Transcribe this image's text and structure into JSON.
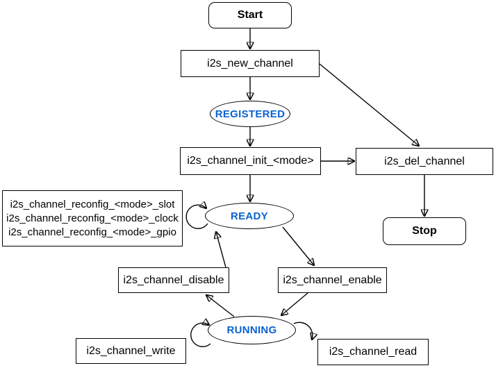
{
  "diagram": {
    "kind": "state-flowchart",
    "colors": {
      "stroke": "#000000",
      "node_fill": "#ffffff",
      "background": "#ffffff",
      "label": "#000000",
      "state_label": "#0a62d0"
    },
    "nodes": {
      "start": {
        "label": "Start",
        "shape": "rounded-rect"
      },
      "new_channel": {
        "label": "i2s_new_channel",
        "shape": "rect"
      },
      "registered": {
        "label": "REGISTERED",
        "shape": "ellipse"
      },
      "init": {
        "label": "i2s_channel_init_<mode>",
        "shape": "rect"
      },
      "del_channel": {
        "label": "i2s_del_channel",
        "shape": "rect"
      },
      "stop": {
        "label": "Stop",
        "shape": "rounded-rect"
      },
      "reconfig": {
        "lines": [
          "i2s_channel_reconfig_<mode>_slot",
          "i2s_channel_reconfig_<mode>_clock",
          "i2s_channel_reconfig_<mode>_gpio"
        ],
        "shape": "rect"
      },
      "ready": {
        "label": "READY",
        "shape": "ellipse"
      },
      "disable": {
        "label": "i2s_channel_disable",
        "shape": "rect"
      },
      "enable": {
        "label": "i2s_channel_enable",
        "shape": "rect"
      },
      "running": {
        "label": "RUNNING",
        "shape": "ellipse"
      },
      "write": {
        "label": "i2s_channel_write",
        "shape": "rect"
      },
      "read": {
        "label": "i2s_channel_read",
        "shape": "rect"
      }
    },
    "edges": [
      {
        "from": "Start",
        "to": "i2s_new_channel"
      },
      {
        "from": "i2s_new_channel",
        "to": "REGISTERED"
      },
      {
        "from": "i2s_new_channel",
        "to": "i2s_del_channel"
      },
      {
        "from": "REGISTERED",
        "to": "i2s_channel_init_<mode>"
      },
      {
        "from": "i2s_channel_init_<mode>",
        "to": "i2s_del_channel"
      },
      {
        "from": "i2s_channel_init_<mode>",
        "to": "READY"
      },
      {
        "from": "i2s_del_channel",
        "to": "Stop"
      },
      {
        "from": "READY",
        "to": "READY",
        "label": "i2s_channel_reconfig_<mode>_slot / _clock / _gpio"
      },
      {
        "from": "READY",
        "to": "i2s_channel_enable"
      },
      {
        "from": "i2s_channel_enable",
        "to": "RUNNING"
      },
      {
        "from": "RUNNING",
        "to": "i2s_channel_disable"
      },
      {
        "from": "i2s_channel_disable",
        "to": "READY"
      },
      {
        "from": "RUNNING",
        "to": "RUNNING",
        "label": "i2s_channel_write"
      },
      {
        "from": "RUNNING",
        "to": "RUNNING",
        "label": "i2s_channel_read"
      }
    ]
  }
}
